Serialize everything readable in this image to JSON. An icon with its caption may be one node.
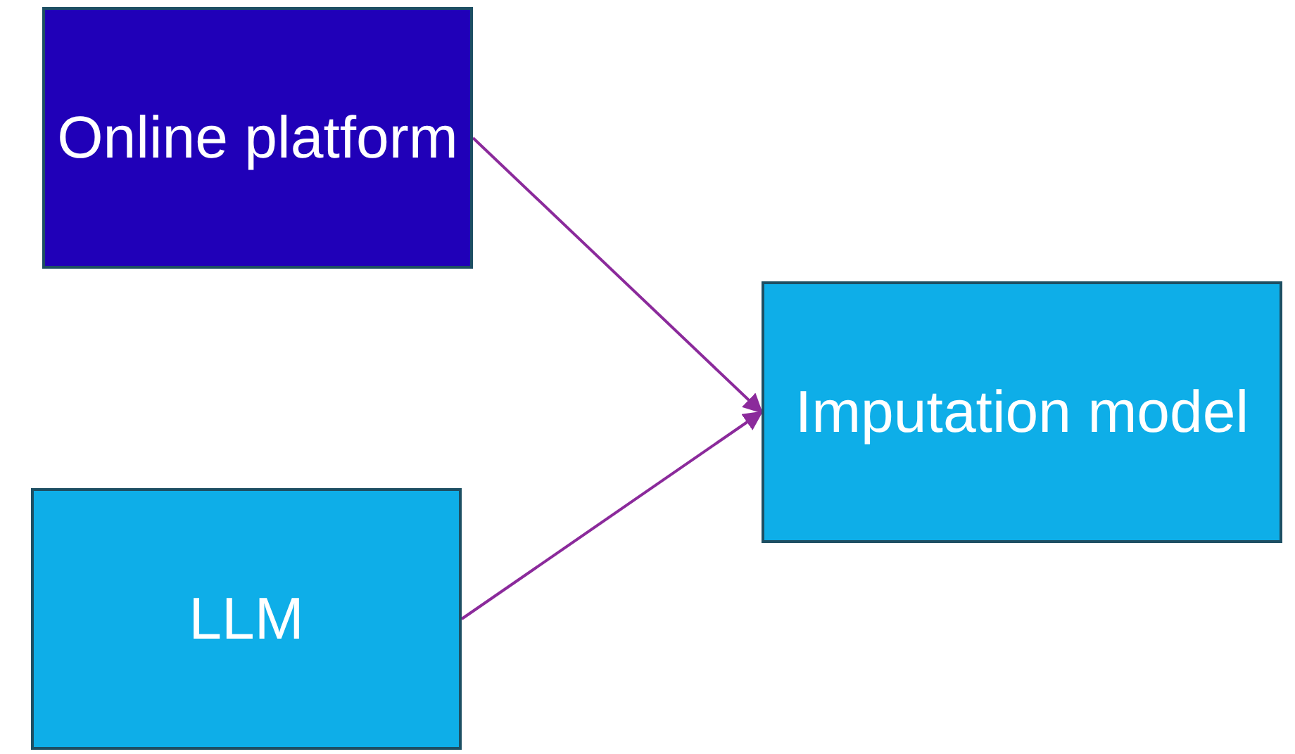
{
  "diagram": {
    "nodes": [
      {
        "text": [
          "Online platform"
        ]
      },
      {
        "text": [
          "LLM"
        ]
      },
      {
        "text": [
          "Imputation model"
        ]
      }
    ],
    "edges": [
      {
        "from": 0,
        "to": 2,
        "arrow": "to"
      },
      {
        "from": 1,
        "to": 2,
        "arrow": "to"
      }
    ]
  }
}
